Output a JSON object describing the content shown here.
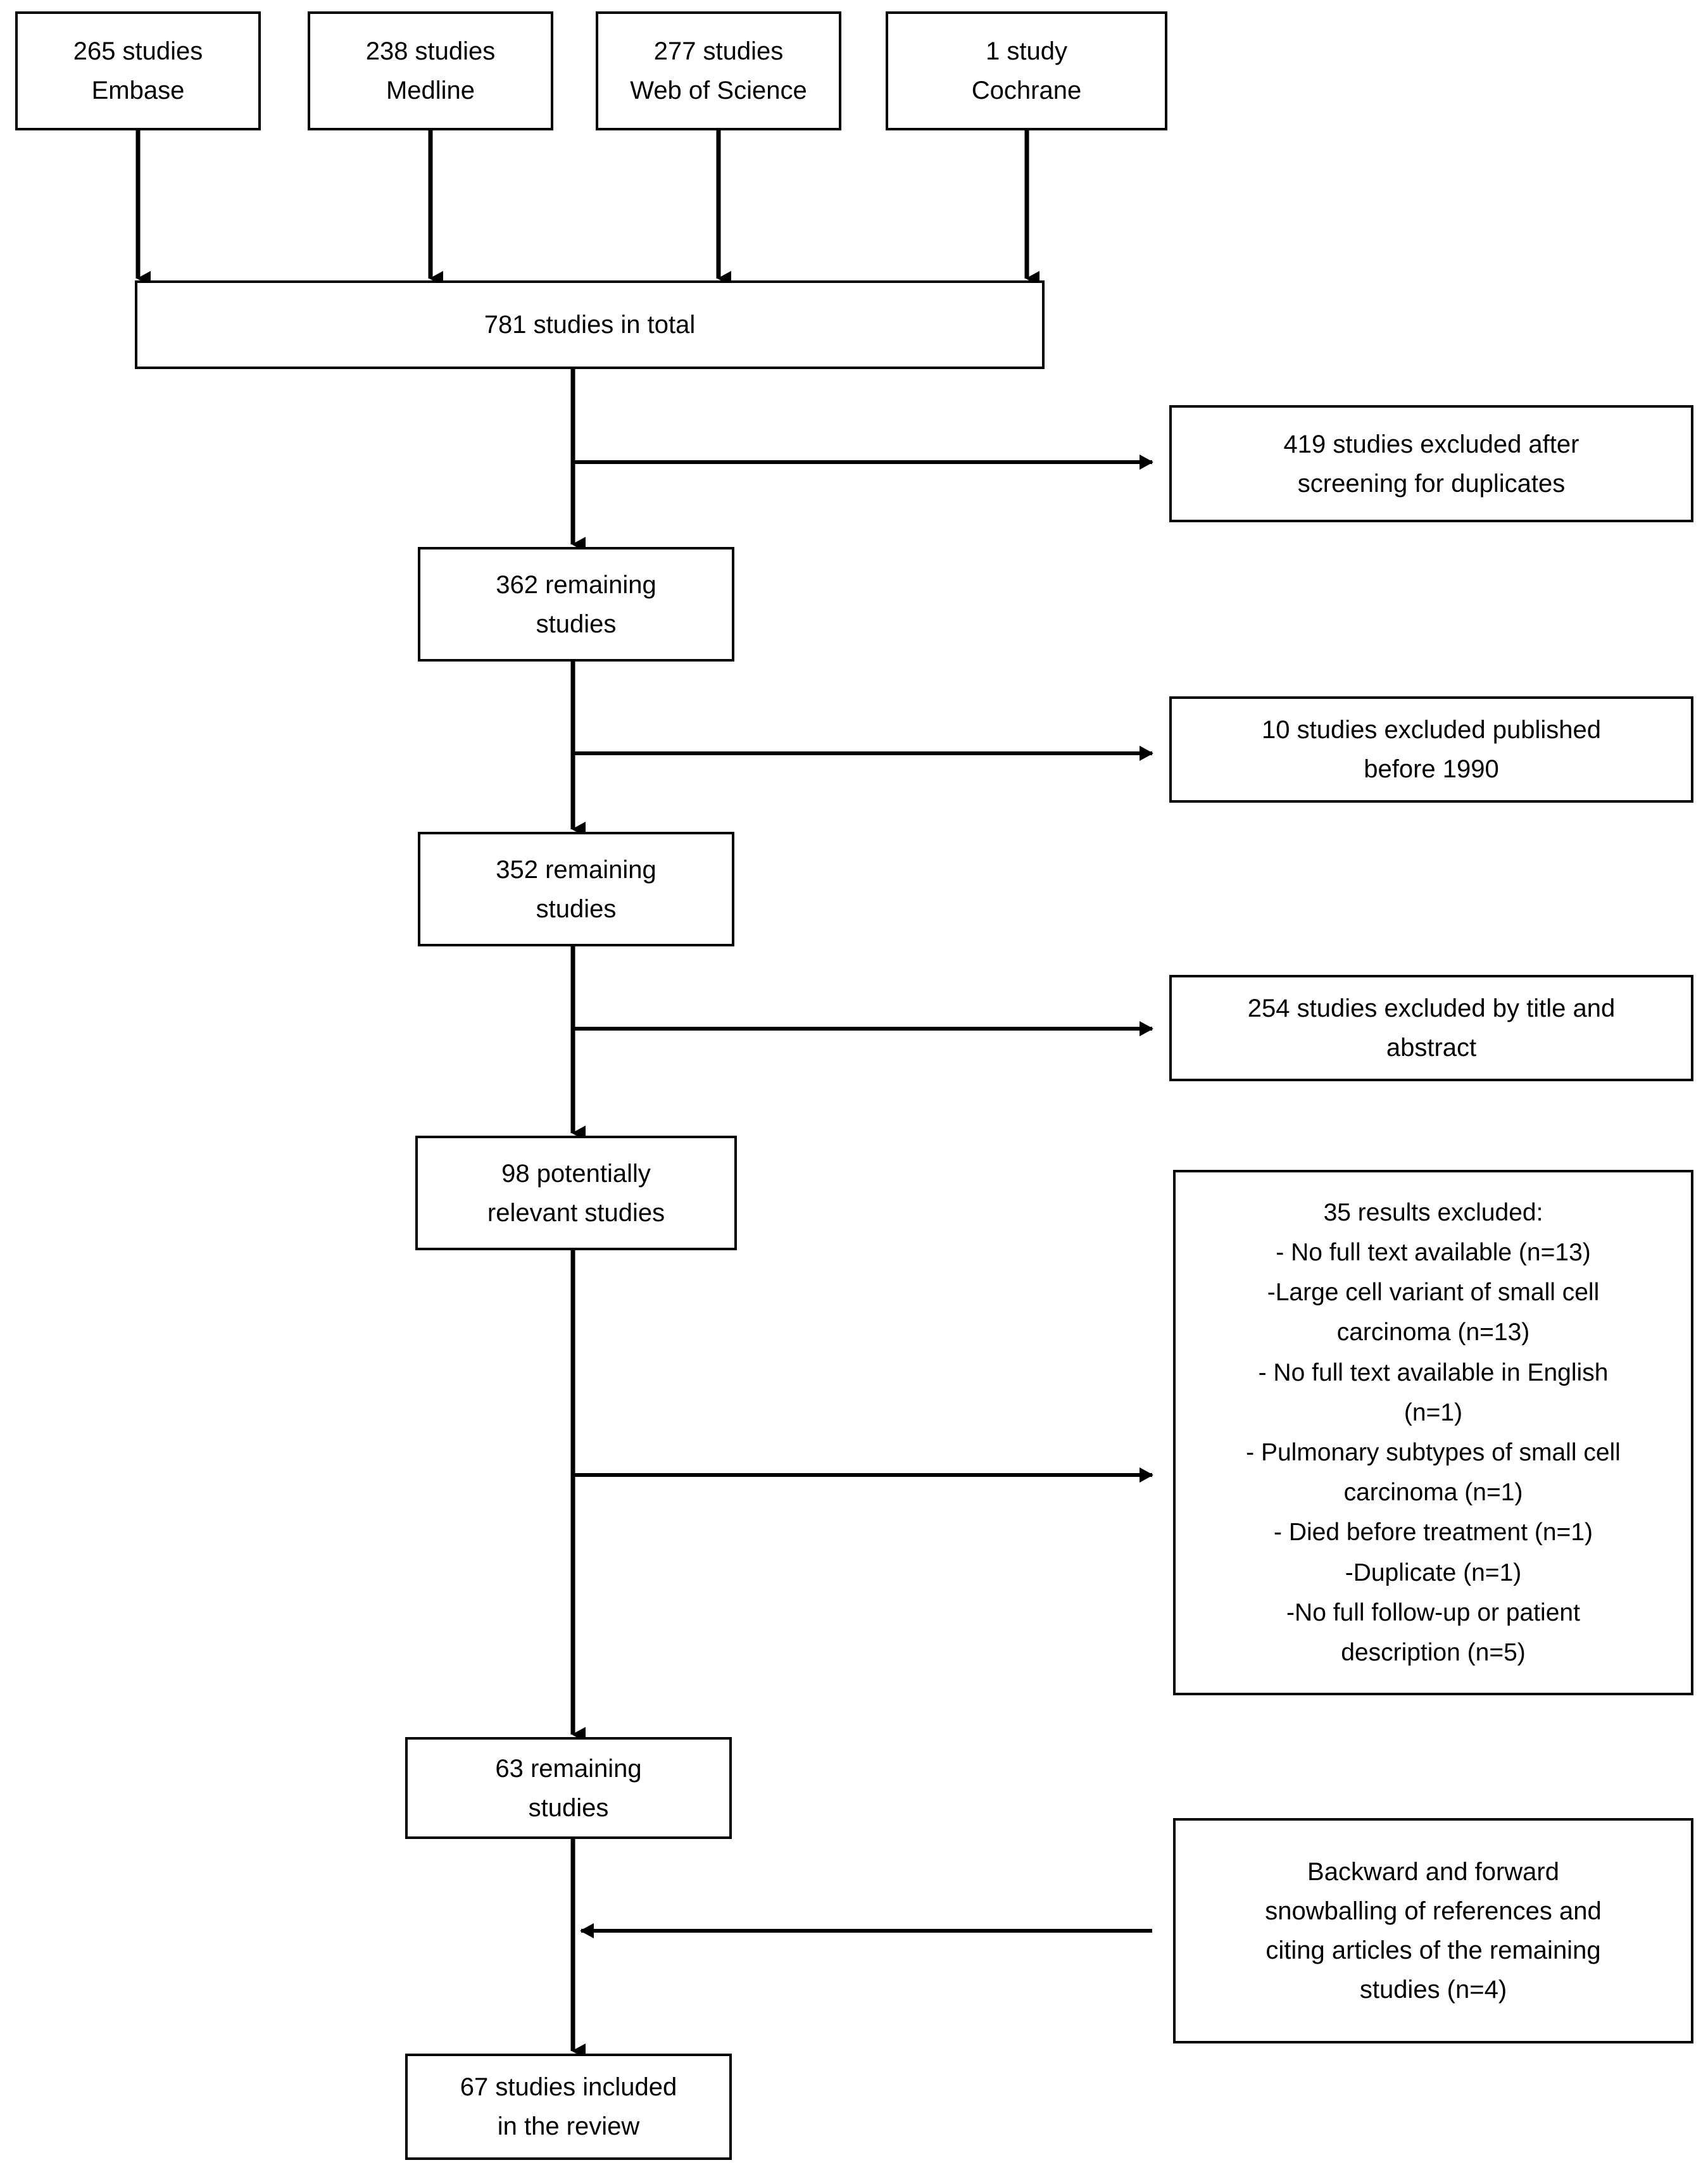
{
  "diagram": {
    "title": "PRISMA study selection flow diagram",
    "type": "flowchart",
    "line_color": "#000000",
    "background_color": "#ffffff",
    "text_color": "#000000"
  },
  "sources": [
    {
      "id": "embase",
      "lines": [
        "265 studies",
        "Embase"
      ]
    },
    {
      "id": "medline",
      "lines": [
        "238 studies",
        "Medline"
      ]
    },
    {
      "id": "wos",
      "lines": [
        "277 studies",
        "Web of Science"
      ]
    },
    {
      "id": "cochrane",
      "lines": [
        "1 study",
        "Cochrane"
      ]
    }
  ],
  "total": {
    "id": "total",
    "lines": [
      "781 studies in total"
    ]
  },
  "stages": [
    {
      "id": "stage-362",
      "lines": [
        "362 remaining",
        "studies"
      ]
    },
    {
      "id": "stage-352",
      "lines": [
        "352 remaining",
        "studies"
      ]
    },
    {
      "id": "stage-98",
      "lines": [
        "98 potentially",
        "relevant studies"
      ]
    },
    {
      "id": "stage-63",
      "lines": [
        "63 remaining",
        "studies"
      ]
    },
    {
      "id": "stage-67",
      "lines": [
        "67 studies included",
        "in the review"
      ]
    }
  ],
  "exclusions": [
    {
      "id": "excl-419",
      "lines": [
        "419 studies excluded after",
        "screening for duplicates"
      ]
    },
    {
      "id": "excl-10",
      "lines": [
        "10 studies excluded published",
        "before 1990"
      ]
    },
    {
      "id": "excl-254",
      "lines": [
        "254 studies excluded by title and",
        "abstract"
      ]
    }
  ],
  "excluded_detail": {
    "id": "excl-35",
    "heading": "35 results excluded:",
    "items": [
      "- No full text available (n=13)",
      "-Large cell variant of small cell",
      "carcinoma (n=13)",
      "- No full text available in English",
      "(n=1)",
      "- Pulmonary subtypes of small cell",
      "carcinoma (n=1)",
      "- Died before treatment (n=1)",
      "-Duplicate (n=1)",
      "-No full follow-up or patient",
      "description  (n=5)"
    ]
  },
  "snowballing": {
    "id": "snowball",
    "lines": [
      "Backward and forward",
      "snowballing of references and",
      "citing articles of the remaining",
      "studies (n=4)"
    ]
  }
}
